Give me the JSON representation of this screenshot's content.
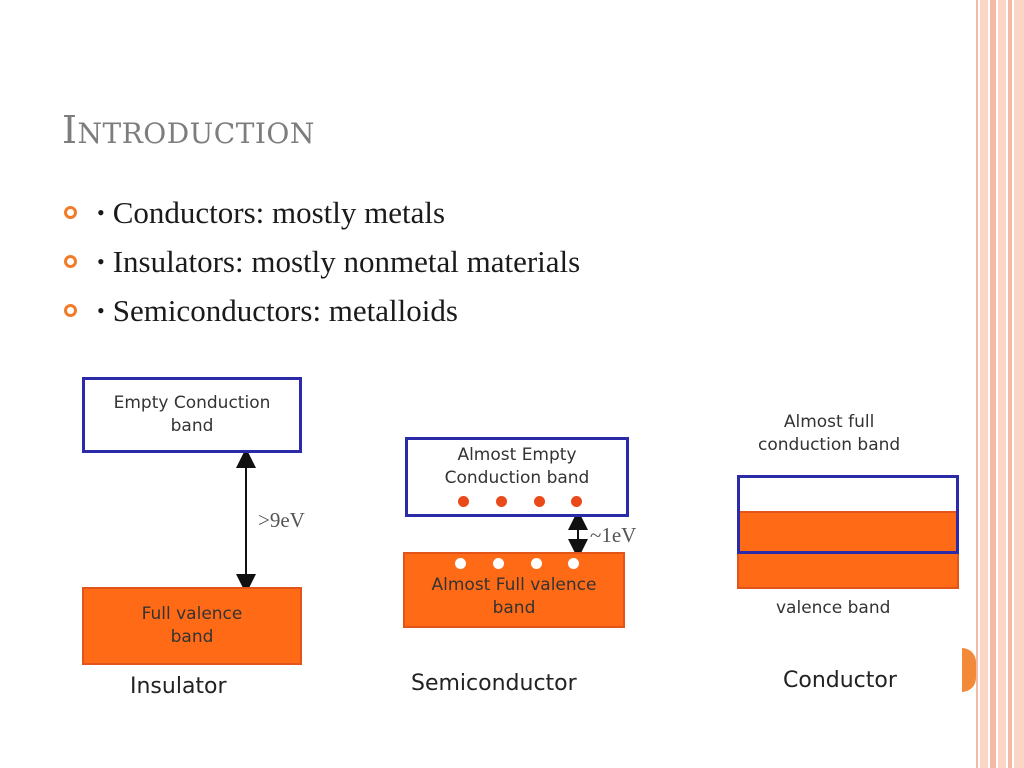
{
  "slide": {
    "title_first": "I",
    "title_rest": "ntroduction",
    "bullets": [
      {
        "marker": "•",
        "text": "Conductors: mostly metals"
      },
      {
        "marker": "•",
        "text": "Insulators: mostly nonmetal materials"
      },
      {
        "marker": "•",
        "text": "Semiconductors: metalloids"
      }
    ],
    "accent_color": "#f07c29"
  },
  "diagram": {
    "insulator": {
      "conduction_label": "Empty Conduction\nband",
      "valence_label": "Full valence\nband",
      "gap_label": ">9eV",
      "name": "Insulator"
    },
    "semiconductor": {
      "conduction_label": "Almost Empty\nConduction band",
      "valence_label": "Almost Full valence\nband",
      "gap_label": "~1eV",
      "name": "Semiconductor"
    },
    "conductor": {
      "top_label": "Almost full\nconduction band",
      "bottom_label": "valence band",
      "name": "Conductor"
    },
    "colors": {
      "band_outline": "#2b2aa8",
      "filled_band": "#ff6a16",
      "electron": "#ea4a1a"
    }
  }
}
